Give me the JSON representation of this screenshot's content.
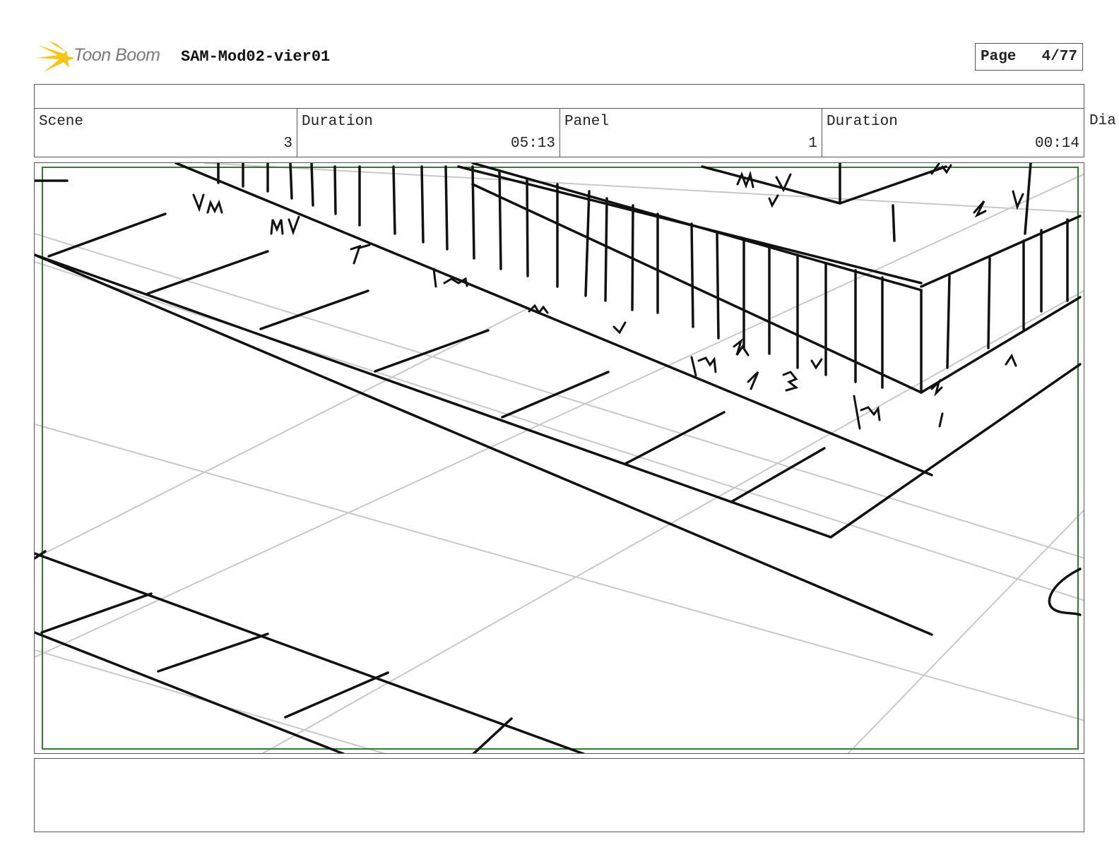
{
  "header": {
    "brand": "Toon Boom",
    "project_title": "SAM-Mod02-vier01",
    "page_label": "Page",
    "page_value": "4/77",
    "logo_icon": "starburst-logo-icon",
    "logo_color": "#f5c518"
  },
  "info": {
    "scene_label": "Scene",
    "scene_value": "3",
    "scene_duration_label": "Duration",
    "scene_duration_value": "05:13",
    "panel_label": "Panel",
    "panel_value": "1",
    "panel_duration_label": "Duration",
    "panel_duration_value": "00:14",
    "dialog_label_partial": "Dia"
  },
  "panel": {
    "safe_frame_color": "#2e7d32",
    "sketch_color": "#111111",
    "guide_color": "#c8c8c8"
  }
}
